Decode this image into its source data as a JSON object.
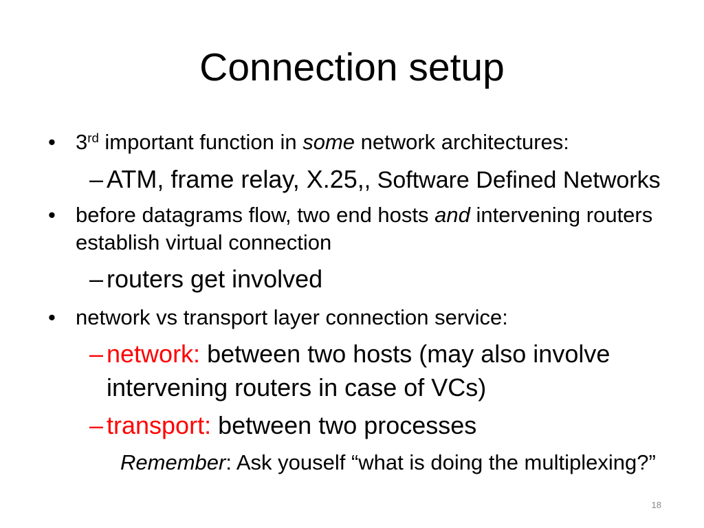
{
  "slide": {
    "title": "Connection setup",
    "page_number": "18",
    "bullet_symbol": "•",
    "dash_symbol": "–",
    "text_color": "#000000",
    "accent_color": "#ff0000",
    "page_number_color": "#888888"
  },
  "items": {
    "function": {
      "number": "3",
      "superscript": "rd",
      "before": "important function in",
      "emphasis": "some",
      "after": "network architectures:"
    },
    "examples": {
      "text": "ATM, frame relay, X.25,",
      "addition": ", Software Defined Networks"
    },
    "setup": {
      "before": "before datagrams flow, two end hosts",
      "emphasis": "and",
      "after": "intervening routers establish virtual connection"
    },
    "routers": {
      "text": "routers get involved"
    },
    "comparison": {
      "text": "network vs transport layer connection service:"
    },
    "network": {
      "label": "network:",
      "text": "between two hosts (may also involve intervening routers in case of VCs)"
    },
    "transport": {
      "label": "transport:",
      "text": "between two processes"
    },
    "remember": {
      "emphasis": "Remember",
      "text": ": Ask youself “what is doing the multiplexing?”"
    }
  }
}
